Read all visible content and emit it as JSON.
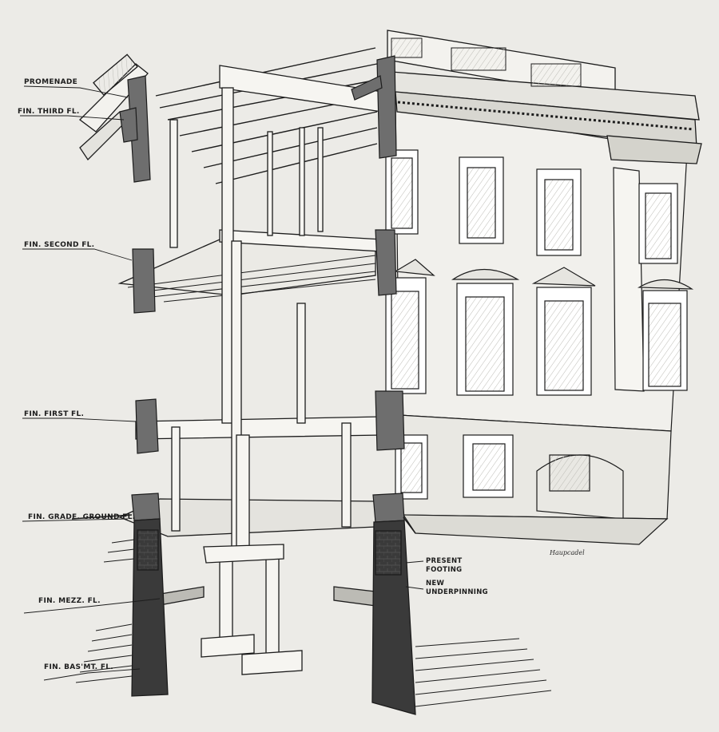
{
  "labels": {
    "promenade": "PROMENADE",
    "fin_third_fl": "FIN. THIRD FL.",
    "fin_second_fl": "FIN. SECOND FL.",
    "fin_first_fl": "FIN. FIRST FL.",
    "fin_grade_ground_fl": "FIN. GRADE. GROUND FL.",
    "fin_mezz_fl": "FIN. MEZZ. FL.",
    "fin_basmt_fl": "FIN. BAS'MT. FL.",
    "present_footing_1": "PRESENT",
    "present_footing_2": "FOOTING",
    "new_underpinning_1": "NEW",
    "new_underpinning_2": "UNDERPINNING"
  },
  "signature": "Haupcadel",
  "colors": {
    "paper": "#ecebe7",
    "ink": "#1c1c1c",
    "masonry_section": "#6e6e6e",
    "foundation": "#3a3a3a",
    "facade": "#f3f2ee"
  }
}
